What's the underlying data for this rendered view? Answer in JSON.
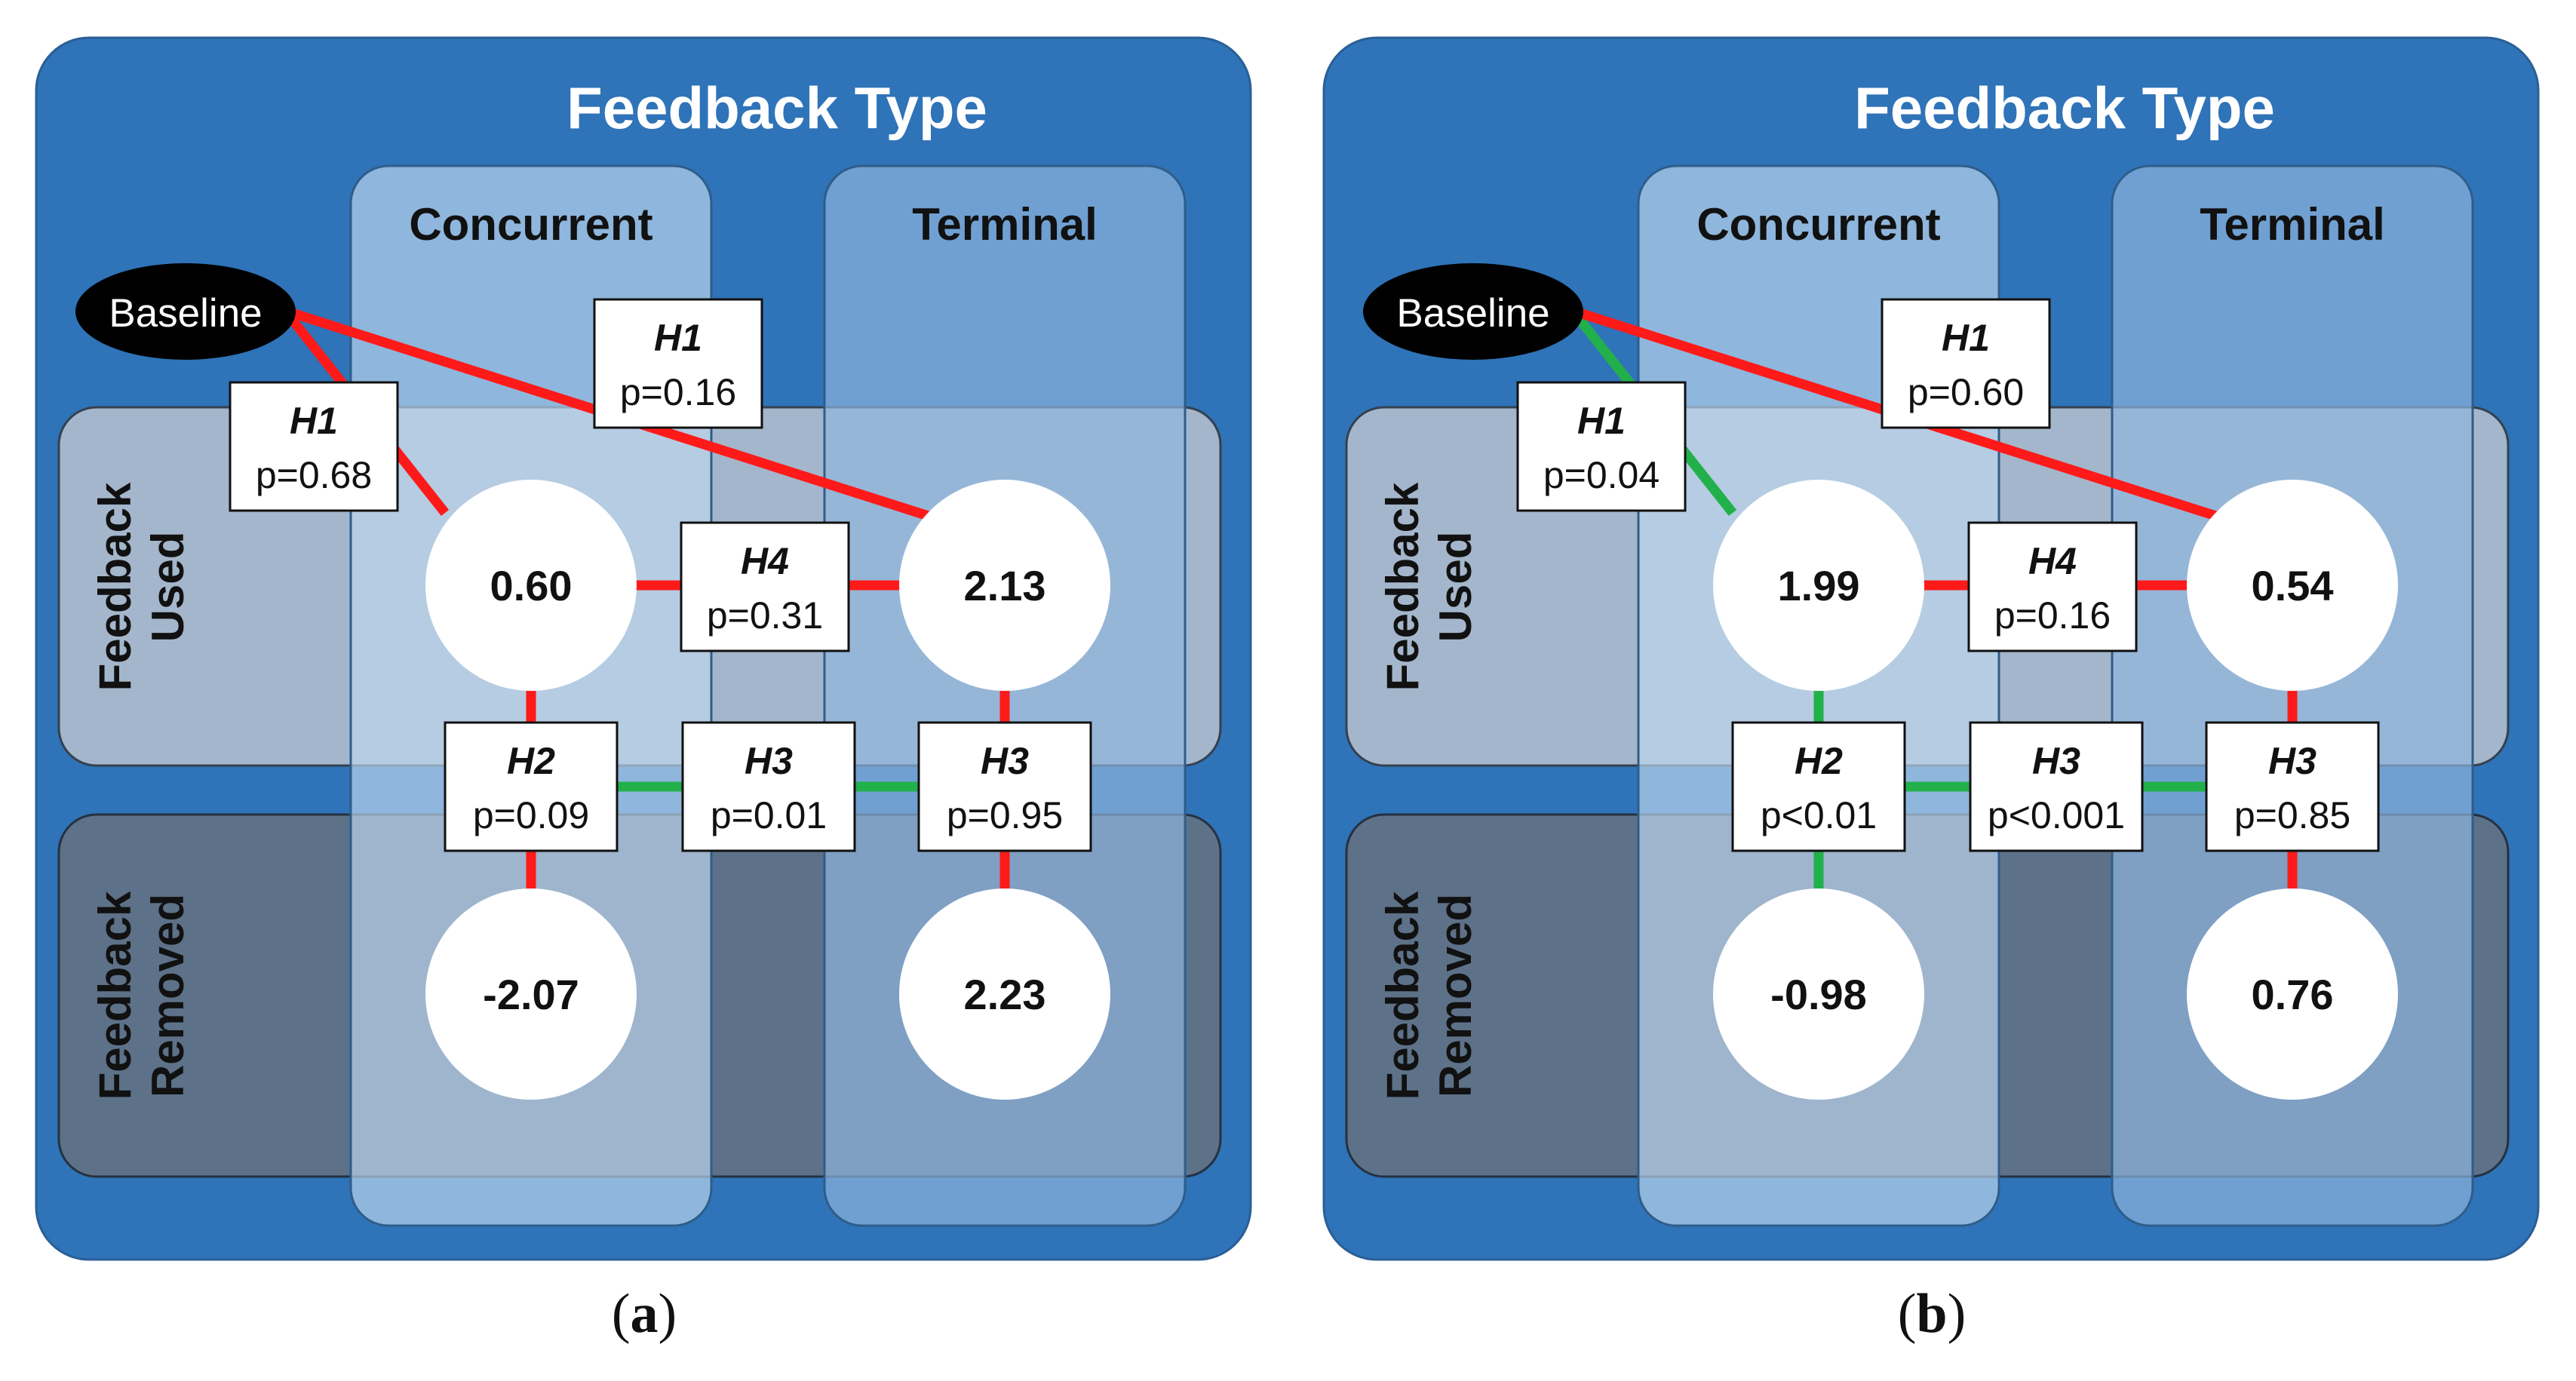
{
  "panels": [
    {
      "id": "a",
      "caption_letter": "a",
      "title": "Feedback Type",
      "columns": [
        "Concurrent",
        "Terminal"
      ],
      "rows": [
        {
          "line1": "Feedback",
          "line2": "Used"
        },
        {
          "line1": "Feedback",
          "line2": "Removed"
        }
      ],
      "baseline_label": "Baseline",
      "nodes": {
        "cu": "0.60",
        "tu": "2.13",
        "cr": "-2.07",
        "tr": "2.23"
      },
      "tests": {
        "h1_conc": {
          "label": "H1",
          "p": "p=0.68"
        },
        "h1_term": {
          "label": "H1",
          "p": "p=0.16"
        },
        "h4": {
          "label": "H4",
          "p": "p=0.31"
        },
        "h2": {
          "label": "H2",
          "p": "p=0.09"
        },
        "h3_mid": {
          "label": "H3",
          "p": "p=0.01"
        },
        "h3_term": {
          "label": "H3",
          "p": "p=0.95"
        }
      },
      "edge_colors": {
        "h1_conc": "#ff1a1a",
        "h1_term": "#ff1a1a",
        "h4": "#ff1a1a",
        "h2": "#ff1a1a",
        "h3_mid": "#22b04b",
        "h3_term": "#ff1a1a"
      }
    },
    {
      "id": "b",
      "caption_letter": "b",
      "title": "Feedback Type",
      "columns": [
        "Concurrent",
        "Terminal"
      ],
      "rows": [
        {
          "line1": "Feedback",
          "line2": "Used"
        },
        {
          "line1": "Feedback",
          "line2": "Removed"
        }
      ],
      "baseline_label": "Baseline",
      "nodes": {
        "cu": "1.99",
        "tu": "0.54",
        "cr": "-0.98",
        "tr": "0.76"
      },
      "tests": {
        "h1_conc": {
          "label": "H1",
          "p": "p=0.04"
        },
        "h1_term": {
          "label": "H1",
          "p": "p=0.60"
        },
        "h4": {
          "label": "H4",
          "p": "p=0.16"
        },
        "h2": {
          "label": "H2",
          "p": "p<0.01"
        },
        "h3_mid": {
          "label": "H3",
          "p": "p<0.001"
        },
        "h3_term": {
          "label": "H3",
          "p": "p=0.85"
        }
      },
      "edge_colors": {
        "h1_conc": "#22b04b",
        "h1_term": "#ff1a1a",
        "h4": "#ff1a1a",
        "h2": "#22b04b",
        "h3_mid": "#22b04b",
        "h3_term": "#ff1a1a"
      }
    }
  ],
  "colors": {
    "outer_panel": "#2f73b8",
    "concurrent_column": "#bdd6ee",
    "terminal_column": "#8fb5de",
    "used_row": "#a9b9cc",
    "removed_row": "#5f7186",
    "baseline": "#000000",
    "red_edge": "#ff1a1a",
    "green_edge": "#22b04b"
  }
}
